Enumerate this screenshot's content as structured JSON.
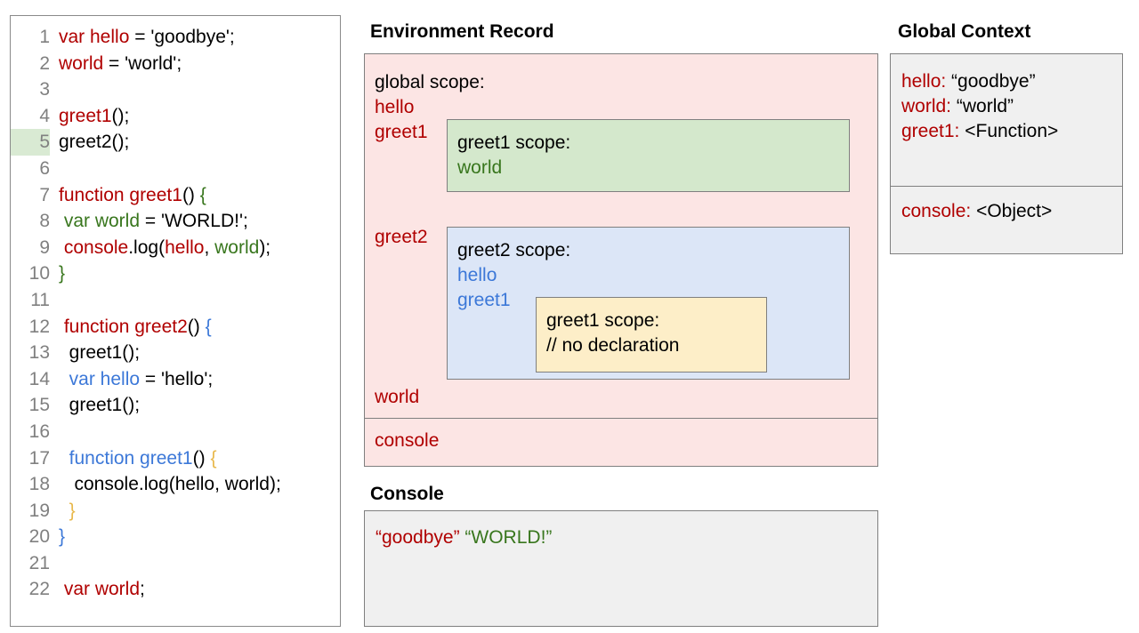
{
  "code_panel": {
    "lines": [
      {
        "num": "1",
        "highlighted": false,
        "tokens": [
          {
            "t": "var hello",
            "c": "red"
          },
          {
            "t": " = 'goodbye';",
            "c": "black"
          }
        ]
      },
      {
        "num": "2",
        "highlighted": false,
        "tokens": [
          {
            "t": "world",
            "c": "red"
          },
          {
            "t": " = 'world';",
            "c": "black"
          }
        ]
      },
      {
        "num": "3",
        "highlighted": false,
        "tokens": []
      },
      {
        "num": "4",
        "highlighted": false,
        "tokens": [
          {
            "t": "greet1",
            "c": "red"
          },
          {
            "t": "();",
            "c": "black"
          }
        ]
      },
      {
        "num": "5",
        "highlighted": true,
        "tokens": [
          {
            "t": "greet2();",
            "c": "black"
          }
        ]
      },
      {
        "num": "6",
        "highlighted": false,
        "tokens": []
      },
      {
        "num": "7",
        "highlighted": false,
        "tokens": [
          {
            "t": "function greet1",
            "c": "red"
          },
          {
            "t": "() ",
            "c": "black"
          },
          {
            "t": "{",
            "c": "green"
          }
        ]
      },
      {
        "num": "8",
        "highlighted": false,
        "tokens": [
          {
            "t": " var world",
            "c": "green"
          },
          {
            "t": " = 'WORLD!';",
            "c": "black"
          }
        ]
      },
      {
        "num": "9",
        "highlighted": false,
        "tokens": [
          {
            "t": " console",
            "c": "red"
          },
          {
            "t": ".log(",
            "c": "black"
          },
          {
            "t": "hello",
            "c": "red"
          },
          {
            "t": ", ",
            "c": "black"
          },
          {
            "t": "world",
            "c": "green"
          },
          {
            "t": ");",
            "c": "black"
          }
        ]
      },
      {
        "num": "10",
        "highlighted": false,
        "tokens": [
          {
            "t": "}",
            "c": "green"
          }
        ]
      },
      {
        "num": "11",
        "highlighted": false,
        "tokens": []
      },
      {
        "num": "12",
        "highlighted": false,
        "tokens": [
          {
            "t": " function greet2",
            "c": "red"
          },
          {
            "t": "() ",
            "c": "black"
          },
          {
            "t": "{",
            "c": "blue"
          }
        ]
      },
      {
        "num": "13",
        "highlighted": false,
        "tokens": [
          {
            "t": "  greet1();",
            "c": "black"
          }
        ]
      },
      {
        "num": "14",
        "highlighted": false,
        "tokens": [
          {
            "t": "  var hello",
            "c": "blue"
          },
          {
            "t": " = 'hello';",
            "c": "black"
          }
        ]
      },
      {
        "num": "15",
        "highlighted": false,
        "tokens": [
          {
            "t": "  greet1();",
            "c": "black"
          }
        ]
      },
      {
        "num": "16",
        "highlighted": false,
        "tokens": []
      },
      {
        "num": "17",
        "highlighted": false,
        "tokens": [
          {
            "t": "  function greet1",
            "c": "blue"
          },
          {
            "t": "() ",
            "c": "black"
          },
          {
            "t": "{",
            "c": "yellow"
          }
        ]
      },
      {
        "num": "18",
        "highlighted": false,
        "tokens": [
          {
            "t": "   console.log(hello, world);",
            "c": "black"
          }
        ]
      },
      {
        "num": "19",
        "highlighted": false,
        "tokens": [
          {
            "t": "  }",
            "c": "yellow"
          }
        ]
      },
      {
        "num": "20",
        "highlighted": false,
        "tokens": [
          {
            "t": "}",
            "c": "blue"
          }
        ]
      },
      {
        "num": "21",
        "highlighted": false,
        "tokens": []
      },
      {
        "num": "22",
        "highlighted": false,
        "tokens": [
          {
            "t": " var world",
            "c": "red"
          },
          {
            "t": ";",
            "c": "black"
          }
        ]
      }
    ]
  },
  "environment_record": {
    "title": "Environment Record",
    "global_scope_label": "global scope:",
    "variables": {
      "hello": "hello",
      "greet1": "greet1",
      "greet2": "greet2",
      "world": "world",
      "console": "console"
    },
    "greet1_scope": {
      "title": "greet1 scope:",
      "world": "world"
    },
    "greet2_scope": {
      "title": "greet2 scope:",
      "hello": "hello",
      "greet1": "greet1",
      "inner_greet1_scope": {
        "title": "greet1 scope:",
        "note": "// no declaration"
      }
    }
  },
  "global_context": {
    "title": "Global Context",
    "entries": [
      {
        "key": "hello:",
        "value": "“goodbye”"
      },
      {
        "key": "world:",
        "value": "“world”"
      },
      {
        "key": "greet1:",
        "value": "<Function>"
      }
    ],
    "console_entry": {
      "key": "console:",
      "value": "<Object>"
    }
  },
  "console": {
    "title": "Console",
    "output": [
      {
        "text": "“goodbye”",
        "color": "red"
      },
      {
        "text": "“WORLD!”",
        "color": "green"
      }
    ]
  },
  "colors": {
    "red": "#b00000",
    "green": "#38761d",
    "blue": "#3c78d8",
    "yellow": "#e8b84b",
    "env_record_bg": "#fce5e4",
    "greet1_scope_bg": "#d4e8cc",
    "greet2_scope_bg": "#dce6f7",
    "inner_scope_bg": "#fdeec8",
    "panel_bg": "#f0f0f0",
    "border": "#7f7f7f",
    "highlight": "#d9ead3"
  }
}
